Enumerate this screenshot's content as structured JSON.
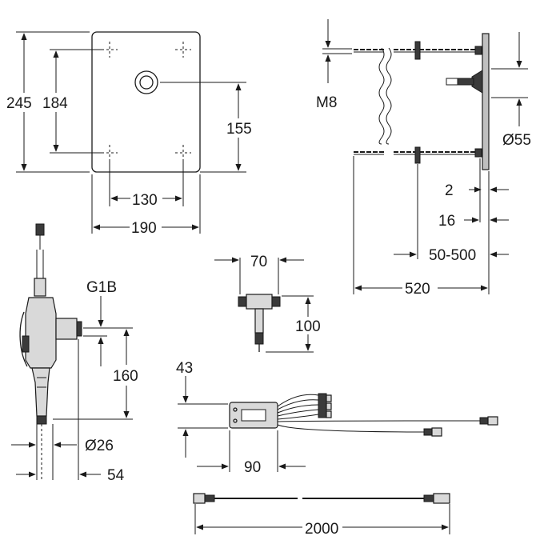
{
  "dimensions": {
    "plate_height": "245",
    "hole_spacing_vertical": "184",
    "center_height": "155",
    "hole_spacing_horizontal": "130",
    "plate_width": "190",
    "thread": "M8",
    "bore_diameter": "Ø55",
    "plate_thickness": "2",
    "offset": "16",
    "depth_range": "50-500",
    "total_depth": "520",
    "tee_width": "70",
    "tee_height": "100",
    "connection_thread": "G1B",
    "valve_height": "160",
    "pipe_diameter": "Ø26",
    "valve_offset": "54",
    "box_height": "43",
    "box_width": "90",
    "cable_length": "2000"
  }
}
